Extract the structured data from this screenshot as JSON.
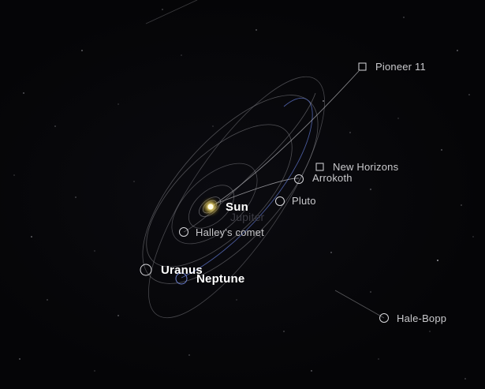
{
  "app": {
    "view": "solar-system-3d"
  },
  "colors": {
    "background": "#050507",
    "orbit": "#8a8a90",
    "orbit_highlight": "#5a6fc0",
    "label": "#c9c9cc",
    "sun": "#f6e27a"
  },
  "bodies": {
    "sun": {
      "label": "Sun",
      "icon": "sun-icon"
    },
    "jupiter": {
      "label": "Jupiter",
      "icon": "planet-marker-icon"
    },
    "halley": {
      "label": "Halley's comet",
      "icon": "circle-marker-icon"
    },
    "pluto": {
      "label": "Pluto",
      "icon": "circle-marker-icon"
    },
    "arrokoth": {
      "label": "Arrokoth",
      "icon": "circle-marker-icon"
    },
    "new_horizons": {
      "label": "New Horizons",
      "icon": "spacecraft-square-icon"
    },
    "pioneer11": {
      "label": "Pioneer 11",
      "icon": "spacecraft-square-icon"
    },
    "uranus": {
      "label": "Uranus",
      "icon": "circle-marker-icon"
    },
    "neptune": {
      "label": "Neptune",
      "icon": "circle-marker-icon"
    },
    "hale_bopp": {
      "label": "Hale-Bopp",
      "icon": "circle-marker-icon"
    }
  }
}
